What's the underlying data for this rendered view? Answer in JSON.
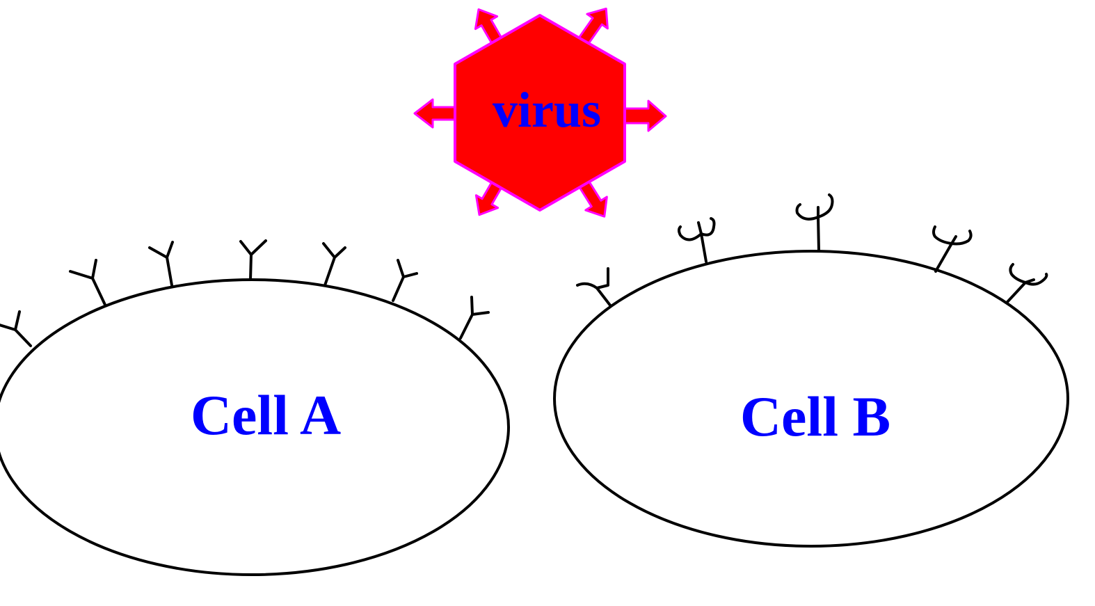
{
  "virus": {
    "label": "virus",
    "fill_color": "#ff0000",
    "stroke_color": "#ff00ff",
    "text_color": "#0000ff"
  },
  "cell_a": {
    "label": "Cell A",
    "receptor_shape": "y-fork-icon",
    "text_color": "#0000ff"
  },
  "cell_b": {
    "label": "Cell B",
    "receptor_shape": "cup-fork-icon",
    "text_color": "#0000ff"
  },
  "colors": {
    "outline": "#000000",
    "background": "#ffffff"
  }
}
